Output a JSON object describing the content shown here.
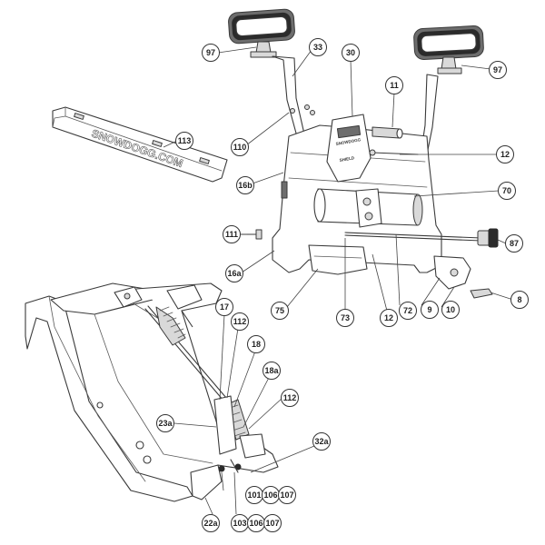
{
  "diagram": {
    "branding": {
      "light_bar_text": "SNOWDOGG.COM",
      "controller_text_1": "SNOWDOGG",
      "controller_text_2": "SHIELD"
    },
    "callouts": [
      {
        "id": "c97a",
        "label": "97"
      },
      {
        "id": "c33",
        "label": "33"
      },
      {
        "id": "c30",
        "label": "30"
      },
      {
        "id": "c97b",
        "label": "97"
      },
      {
        "id": "c11",
        "label": "11"
      },
      {
        "id": "c113",
        "label": "113"
      },
      {
        "id": "c110",
        "label": "110"
      },
      {
        "id": "c12a",
        "label": "12"
      },
      {
        "id": "c16b",
        "label": "16b"
      },
      {
        "id": "c70",
        "label": "70"
      },
      {
        "id": "c111",
        "label": "111"
      },
      {
        "id": "c87",
        "label": "87"
      },
      {
        "id": "c16a",
        "label": "16a"
      },
      {
        "id": "c8",
        "label": "8"
      },
      {
        "id": "c75",
        "label": "75"
      },
      {
        "id": "c73",
        "label": "73"
      },
      {
        "id": "c12b",
        "label": "12"
      },
      {
        "id": "c72",
        "label": "72"
      },
      {
        "id": "c9",
        "label": "9"
      },
      {
        "id": "c10",
        "label": "10"
      },
      {
        "id": "c17",
        "label": "17"
      },
      {
        "id": "c112a",
        "label": "112"
      },
      {
        "id": "c18",
        "label": "18"
      },
      {
        "id": "c18a",
        "label": "18a"
      },
      {
        "id": "c112b",
        "label": "112"
      },
      {
        "id": "c23a",
        "label": "23a"
      },
      {
        "id": "c32a",
        "label": "32a"
      },
      {
        "id": "c101",
        "label": "101"
      },
      {
        "id": "c106a",
        "label": "106"
      },
      {
        "id": "c107a",
        "label": "107"
      },
      {
        "id": "c22a",
        "label": "22a"
      },
      {
        "id": "c103",
        "label": "103"
      },
      {
        "id": "c106b",
        "label": "106"
      },
      {
        "id": "c107b",
        "label": "107"
      }
    ]
  }
}
